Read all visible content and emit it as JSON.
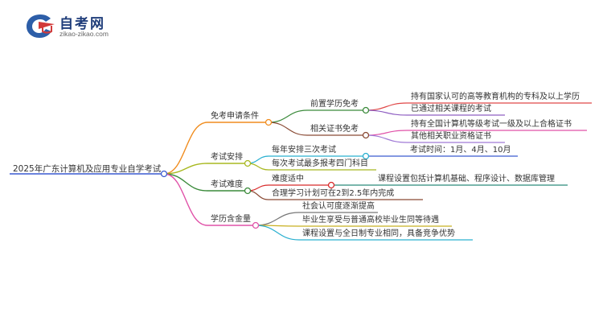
{
  "brand": {
    "title": "自考网",
    "subtitle": "zikao-zikao.com",
    "colors": {
      "blue": "#2d5ea8",
      "red": "#d23a3a"
    }
  },
  "mindmap": {
    "root": "2025年广东计算机及应用专业自学考试",
    "branches": [
      {
        "label": "免考申请条件",
        "color": "#f08c1e",
        "children": [
          {
            "label": "前置学历免考",
            "color": "#3a8a3a",
            "children": [
              {
                "label": "持有国家认可的高等教育机构的专科及以上学历",
                "color": "#e04848"
              },
              {
                "label": "已通过相关课程的考试",
                "color": "#8f5fc2"
              }
            ]
          },
          {
            "label": "相关证书免考",
            "color": "#8a4a34",
            "children": [
              {
                "label": "持有全国计算机等级考试一级及以上合格证书",
                "color": "#e052a8"
              },
              {
                "label": "其他相关职业资格证书",
                "color": "#a07ad6"
              }
            ]
          }
        ]
      },
      {
        "label": "考试安排",
        "color": "#a8b820",
        "children": [
          {
            "label": "每年安排三次考试",
            "color": "#2ab0d0",
            "children": [
              {
                "label": "考试时间：1月、4月、10月",
                "color": "#3a5ad0"
              }
            ]
          },
          {
            "label": "每次考试最多报考四门科目",
            "color": "#a8b820",
            "children": []
          }
        ]
      },
      {
        "label": "考试难度",
        "color": "#3a8a3a",
        "children": [
          {
            "label": "难度适中",
            "color": "#d82a2a",
            "children": [
              {
                "label": "课程设置包括计算机基础、程序设计、数据库管理",
                "color": "#2a8a7a"
              }
            ]
          },
          {
            "label": "合理学习计划可在2到2.5年内完成",
            "color": "#8a4a34",
            "children": []
          }
        ]
      },
      {
        "label": "学历含金量",
        "color": "#e052a8",
        "children": [
          {
            "label": "社会认可度逐渐提高",
            "color": "#777777",
            "children": []
          },
          {
            "label": "毕业生享受与普通高校毕业生同等待遇",
            "color": "#c8b020",
            "children": []
          },
          {
            "label": "课程设置与全日制专业相同，具备竞争优势",
            "color": "#2ab0d0",
            "children": []
          }
        ]
      }
    ]
  }
}
